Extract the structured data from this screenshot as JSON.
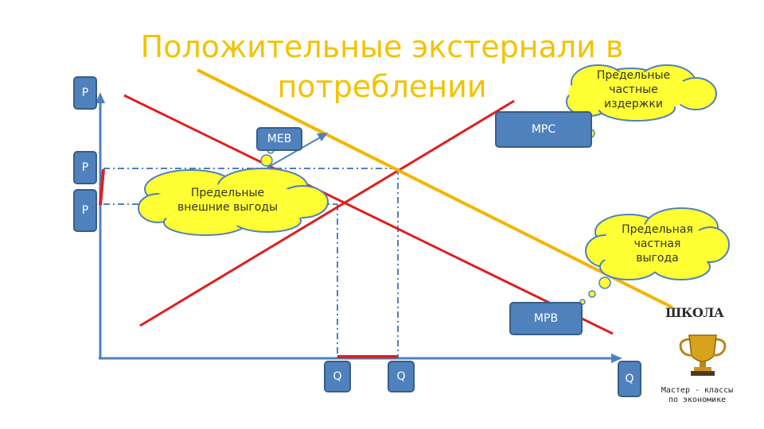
{
  "slide": {
    "title": "Положительные экстернали в потреблении"
  },
  "labels": {
    "p_axis": "P",
    "p_upper": "P",
    "p_lower": "P",
    "q_left": "Q",
    "q_mid": "Q",
    "q_axis": "Q",
    "mpc": "MPC",
    "meb": "MEB",
    "mpb": "MPB"
  },
  "callouts": {
    "mpc_cloud": "Предельные частные издержки",
    "meb_cloud": "Предельные внешние выгоды",
    "mpb_cloud": "Предельная частная выгода"
  },
  "branding": {
    "logo_text": "ШКОЛА",
    "footer": "Мастер - классы по экономике"
  },
  "colors": {
    "title": "#f2c300",
    "supply_line": "#e01e1e",
    "demand_line": "#f2b500",
    "label_box": "#4f81bd",
    "cloud_fill": "#ffff33",
    "cloud_stroke": "#4f81bd",
    "axis": "#4f81bd"
  }
}
